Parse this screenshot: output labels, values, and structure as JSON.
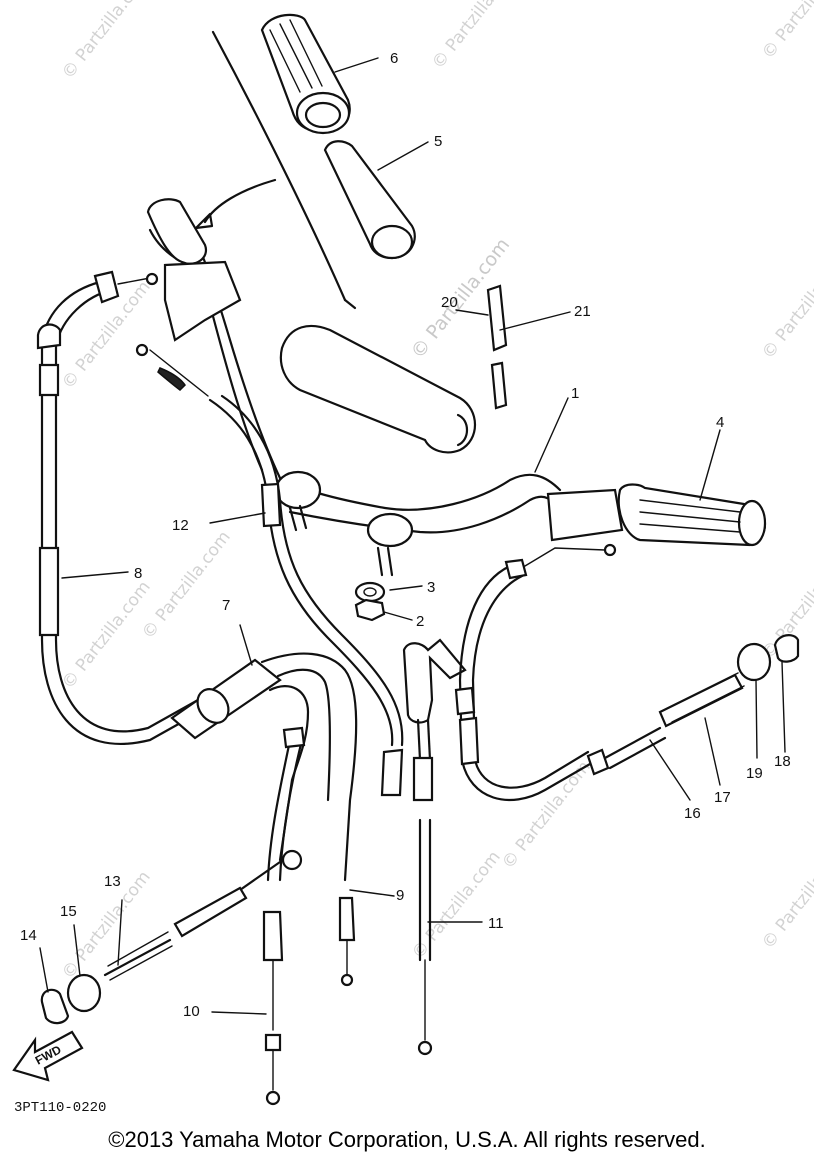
{
  "diagram": {
    "part_labels": [
      {
        "id": "1",
        "text": "1"
      },
      {
        "id": "2",
        "text": "2"
      },
      {
        "id": "3",
        "text": "3"
      },
      {
        "id": "4",
        "text": "4"
      },
      {
        "id": "5",
        "text": "5"
      },
      {
        "id": "6",
        "text": "6"
      },
      {
        "id": "7",
        "text": "7"
      },
      {
        "id": "8",
        "text": "8"
      },
      {
        "id": "9",
        "text": "9"
      },
      {
        "id": "10",
        "text": "10"
      },
      {
        "id": "11",
        "text": "11"
      },
      {
        "id": "12",
        "text": "12"
      },
      {
        "id": "13",
        "text": "13"
      },
      {
        "id": "14",
        "text": "14"
      },
      {
        "id": "15",
        "text": "15"
      },
      {
        "id": "16",
        "text": "16"
      },
      {
        "id": "17",
        "text": "17"
      },
      {
        "id": "18",
        "text": "18"
      },
      {
        "id": "19",
        "text": "19"
      },
      {
        "id": "20",
        "text": "20"
      },
      {
        "id": "21",
        "text": "21"
      }
    ],
    "fwd_label": "FWD",
    "diagram_code": "3PT110-0220",
    "watermark": "© Partzilla.com"
  },
  "footer": {
    "copyright": "©2013  Yamaha Motor Corporation, U.S.A. All rights reserved."
  },
  "colors": {
    "line": "#111111",
    "watermark": "#c9c9c9"
  }
}
